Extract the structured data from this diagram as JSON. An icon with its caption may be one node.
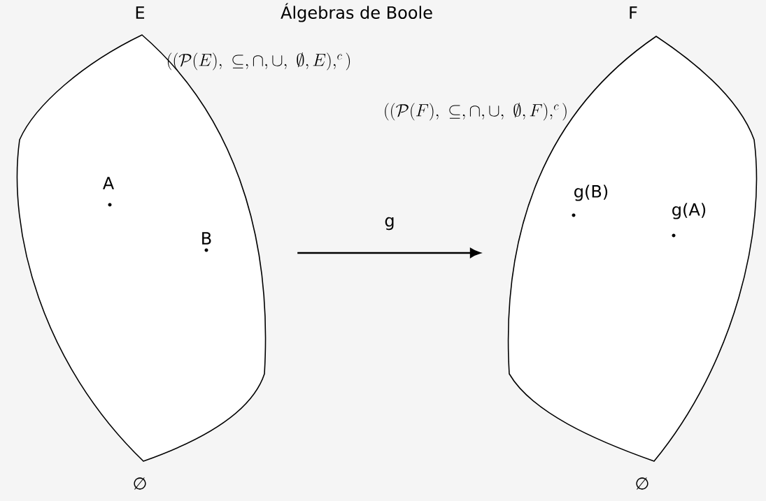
{
  "diagram": {
    "title": "Álgebras de Boole",
    "nodes": [
      {
        "text": [
          "E",
          "∅"
        ]
      },
      {
        "text": [
          "F",
          "∅"
        ]
      }
    ],
    "edges": [
      {
        "from": 0,
        "to": 1,
        "arrow": "to",
        "label": "g"
      }
    ],
    "labels": [
      "((\\mathcal{P}(E),\\ \\subseteq,\\cap,\\cup,\\ \\emptyset,E),^{c})",
      "((\\mathcal{P}(F),\\ \\subseteq,\\cap,\\cup,\\ \\emptyset,F),^{c})",
      "A",
      "B",
      "g(B)",
      "g(A)"
    ]
  }
}
